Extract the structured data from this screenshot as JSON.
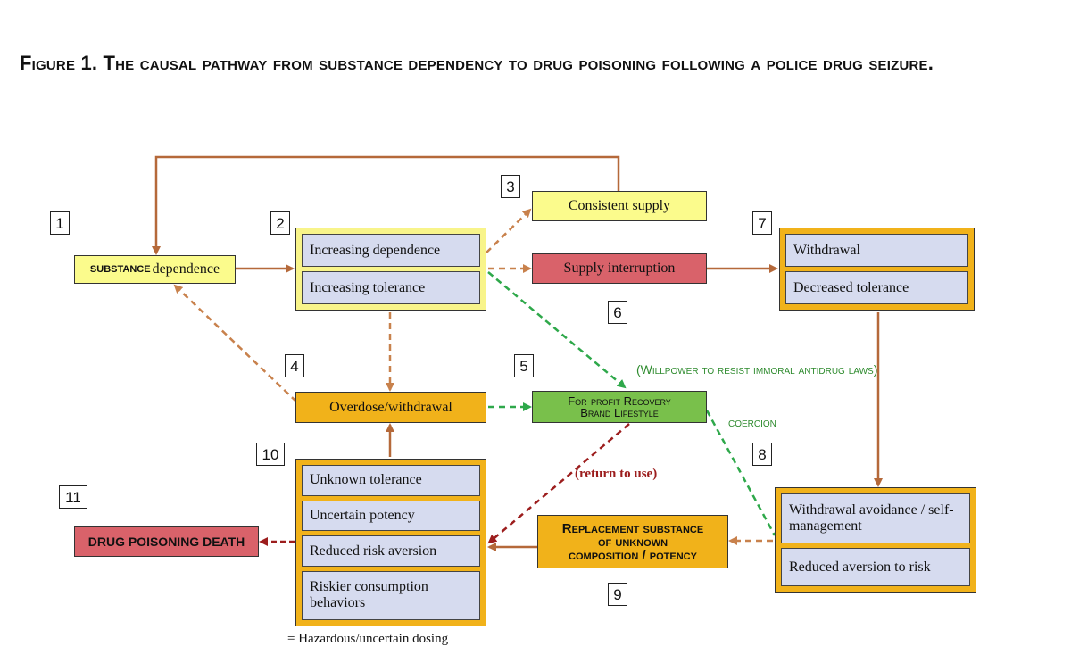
{
  "title": "Figure 1. The causal pathway from substance dependency to drug poisoning following a police drug seizure.",
  "numbers": [
    "1",
    "2",
    "3",
    "4",
    "5",
    "6",
    "7",
    "8",
    "9",
    "10",
    "11"
  ],
  "nodes": {
    "substance_dependence": {
      "prefix": "substance",
      "text": "dependence"
    },
    "increasing_dependence": "Increasing dependence",
    "increasing_tolerance": "Increasing tolerance",
    "consistent_supply": "Consistent supply",
    "supply_interruption": "Supply interruption",
    "withdrawal": "Withdrawal",
    "decreased_tolerance": "Decreased tolerance",
    "overdose_withdrawal": "Overdose/withdrawal",
    "recovery_line1": "For-profit Recovery",
    "recovery_line2": "Brand Lifestyle",
    "withdrawal_avoidance": "Withdrawal avoidance / self-management",
    "reduced_aversion": "Reduced aversion to risk",
    "replacement_line1": "Replacement substance",
    "replacement_line2": "of unknown",
    "replacement_line3": "composition / potency",
    "unknown_tolerance": "Unknown tolerance",
    "uncertain_potency": "Uncertain potency",
    "reduced_risk_aversion": "Reduced risk aversion",
    "riskier_consumption": "Riskier consumption behaviors",
    "drug_poisoning_death": "DRUG POISONING DEATH"
  },
  "labels": {
    "willpower": "(Willpower to resist immoral antidrug laws)",
    "coercion": "COERCION",
    "return_to_use": "(return to use)",
    "hazardous": "= Hazardous/uncertain dosing"
  },
  "colors": {
    "brown": "#b5693a",
    "dashed_brown": "#c8814c",
    "green": "#2ea84a",
    "dark_red": "#9c1d1d",
    "yellow": "#fbfb8c",
    "red": "#d9626a",
    "orange": "#f1b21a",
    "lime": "#79c04b",
    "blue": "#d6dbef"
  }
}
